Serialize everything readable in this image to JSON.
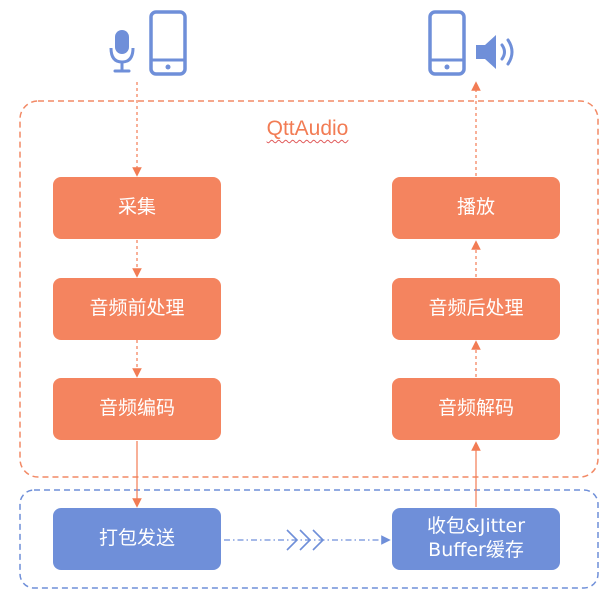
{
  "container": {
    "title": "QttAudio"
  },
  "send_path": {
    "capture": "采集",
    "preprocess": "音频前处理",
    "encode": "音频编码",
    "packetize_send": "打包发送"
  },
  "receive_path": {
    "playback": "播放",
    "postprocess": "音频后处理",
    "decode": "音频解码",
    "receive_jitter_line1": "收包&Jitter",
    "receive_jitter_line2": "Buffer缓存"
  },
  "icons": {
    "sender": [
      "microphone-icon",
      "phone-icon"
    ],
    "receiver": [
      "phone-icon",
      "speaker-icon"
    ]
  },
  "colors": {
    "orange_box": "#f4845f",
    "blue_box": "#6f8fd9",
    "orange_dashed": "#f28a66",
    "blue_dashed": "#6f8fd9",
    "icon_blue": "#6f8fd9"
  }
}
